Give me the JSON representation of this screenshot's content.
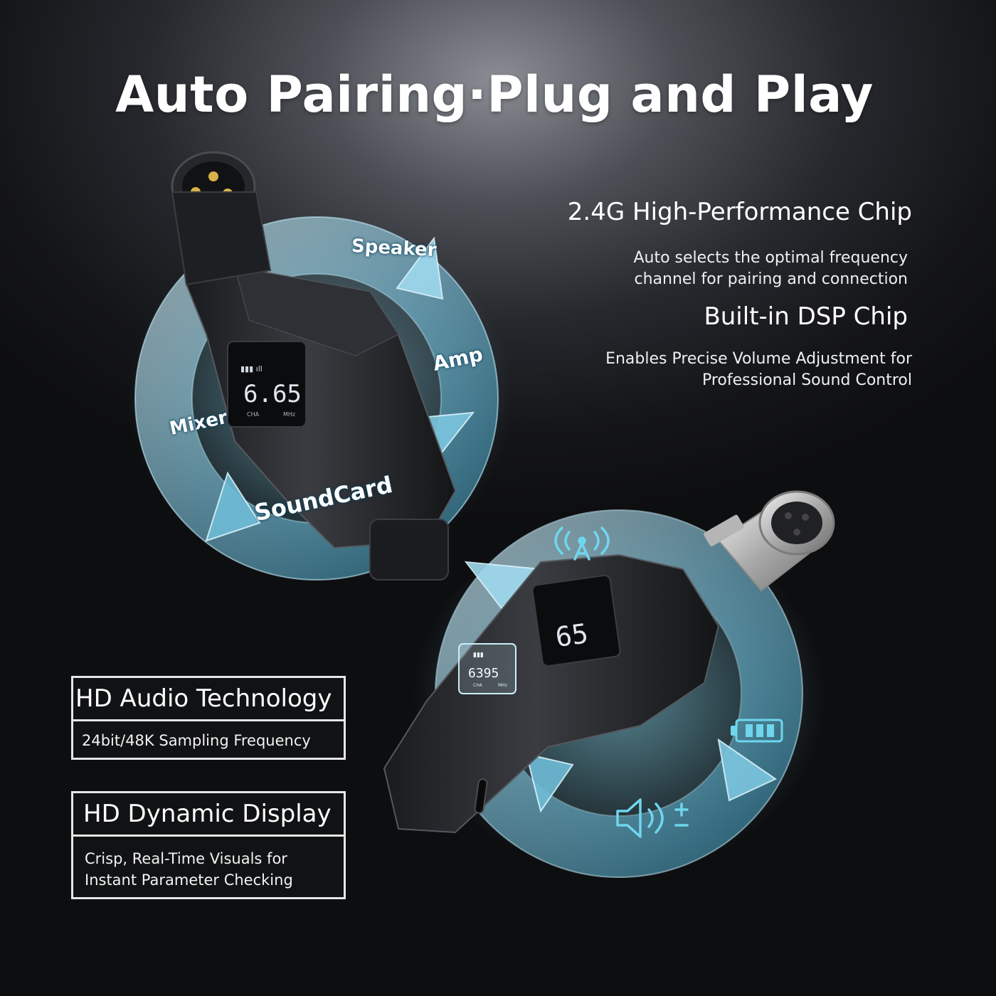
{
  "headline": "Auto Pairing·Plug and Play",
  "features": [
    {
      "title": "2.4G High-Performance Chip",
      "description_lines": [
        "Auto selects the optimal frequency",
        "channel for pairing and connection"
      ]
    },
    {
      "title": "Built-in DSP Chip",
      "description_lines": [
        "Enables Precise Volume Adjustment for",
        "Professional Sound Control"
      ]
    }
  ],
  "boxes": [
    {
      "title": "HD Audio Technology",
      "description_lines": [
        "24bit/48K Sampling Frequency"
      ]
    },
    {
      "title": "HD Dynamic Display",
      "description_lines": [
        "Crisp, Real-Time Visuals for",
        "Instant Parameter Checking"
      ]
    }
  ],
  "ring_labels": [
    "Speaker",
    "Amp",
    "Mixer",
    "SoundCard"
  ],
  "transmitter_display": {
    "digits": "6.65",
    "small_left": "CHA",
    "small_right": "MHz"
  },
  "receiver_display": {
    "digits": "65"
  },
  "inset_display": {
    "digits": "6395",
    "small_left": "CHA",
    "small_right": "MHz"
  },
  "icons": [
    "antenna-icon",
    "battery-icon",
    "speaker-volume-icon"
  ],
  "colors": {
    "ring": "#8fd3ec",
    "ring_edge": "#bfeaf8",
    "accent": "#6fd6ee"
  }
}
